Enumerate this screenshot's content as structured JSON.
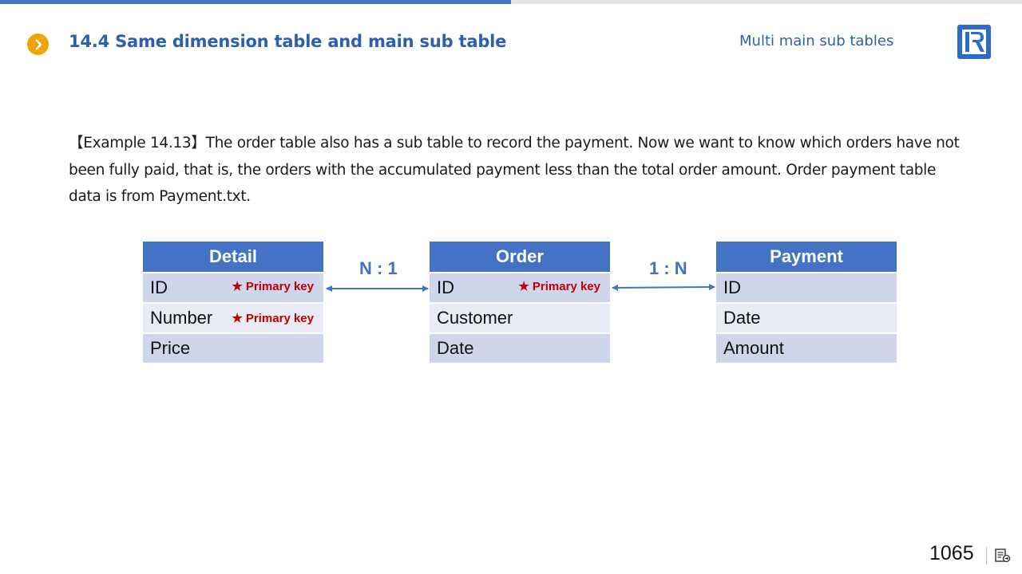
{
  "header": {
    "progress": 0.5,
    "section_title": "14.4 Same dimension table and main sub table",
    "section_subtitle": "Multi main sub tables"
  },
  "description": "【Example 14.13】The order table also has a sub table to record the payment. Now we want to know which orders have not been fully paid, that is, the orders with the accumulated payment less than the total order amount. Order payment table data is from Payment.txt.",
  "diagram": {
    "tables": [
      {
        "name": "Detail",
        "fields": [
          {
            "label": "ID",
            "tag": "★ Primary key"
          },
          {
            "label": "Number",
            "tag": "★ Primary key"
          },
          {
            "label": "Price",
            "tag": ""
          }
        ]
      },
      {
        "name": "Order",
        "fields": [
          {
            "label": "ID",
            "tag": "★ Primary key"
          },
          {
            "label": "Customer",
            "tag": ""
          },
          {
            "label": "Date",
            "tag": ""
          }
        ]
      },
      {
        "name": "Payment",
        "fields": [
          {
            "label": "ID",
            "tag": ""
          },
          {
            "label": "Date",
            "tag": ""
          },
          {
            "label": "Amount",
            "tag": ""
          }
        ]
      }
    ],
    "relations": [
      {
        "label": "N : 1"
      },
      {
        "label": "1 : N"
      }
    ]
  },
  "footer": {
    "page_number": "1065"
  },
  "colors": {
    "accent": "#4472c4",
    "title": "#2e5fae",
    "bullet": "#f0a30a",
    "primary_key": "#c00000",
    "row_dark": "#cfd5ea",
    "row_light": "#e9ebf5"
  },
  "icons": {
    "bullet": "chevron-right-icon",
    "logo": "raqsoft-logo-icon",
    "notes": "notes-icon"
  }
}
